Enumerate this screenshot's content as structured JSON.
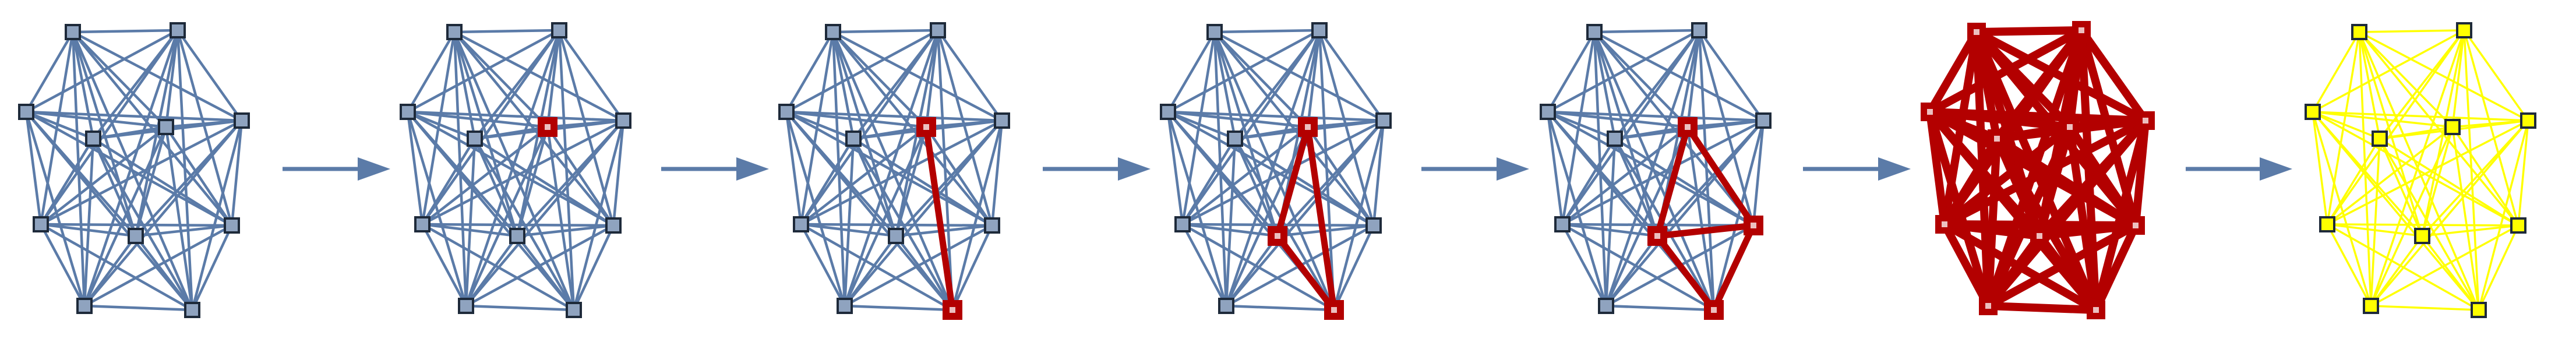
{
  "diagram": {
    "style": {
      "default_edge": "#5b7ba8",
      "default_node_fill": "#8fa3bf",
      "node_stroke": "#1e2a3a",
      "highlight": "#b30000",
      "final_color": "#ffff00",
      "arrow": "#5b7ba8"
    },
    "graph": {
      "nodes": [
        "n0",
        "n1",
        "n2",
        "n3",
        "n4",
        "n5",
        "n6",
        "n7",
        "n8",
        "n9",
        "n10"
      ]
    },
    "panels": [
      {
        "id": "p1",
        "highlight_nodes": [],
        "highlight_edges": []
      },
      {
        "id": "p2",
        "highlight_nodes": [
          "n4"
        ],
        "highlight_edges": []
      },
      {
        "id": "p3",
        "highlight_nodes": [
          "n4",
          "n10"
        ],
        "highlight_edges": [
          [
            "n4",
            "n10"
          ]
        ]
      },
      {
        "id": "p4",
        "highlight_nodes": [
          "n4",
          "n7",
          "n10"
        ],
        "highlight_edges": [
          [
            "n4",
            "n7"
          ],
          [
            "n7",
            "n10"
          ],
          [
            "n4",
            "n10"
          ]
        ]
      },
      {
        "id": "p5",
        "highlight_nodes": [
          "n4",
          "n7",
          "n8",
          "n10"
        ],
        "highlight_edges": [
          [
            "n4",
            "n7"
          ],
          [
            "n7",
            "n10"
          ],
          [
            "n4",
            "n8"
          ],
          [
            "n8",
            "n10"
          ],
          [
            "n7",
            "n8"
          ]
        ]
      },
      {
        "id": "p6",
        "highlight_nodes": "all",
        "highlight_edges": "all"
      },
      {
        "id": "p7",
        "final": true
      }
    ],
    "arrows": 6
  }
}
